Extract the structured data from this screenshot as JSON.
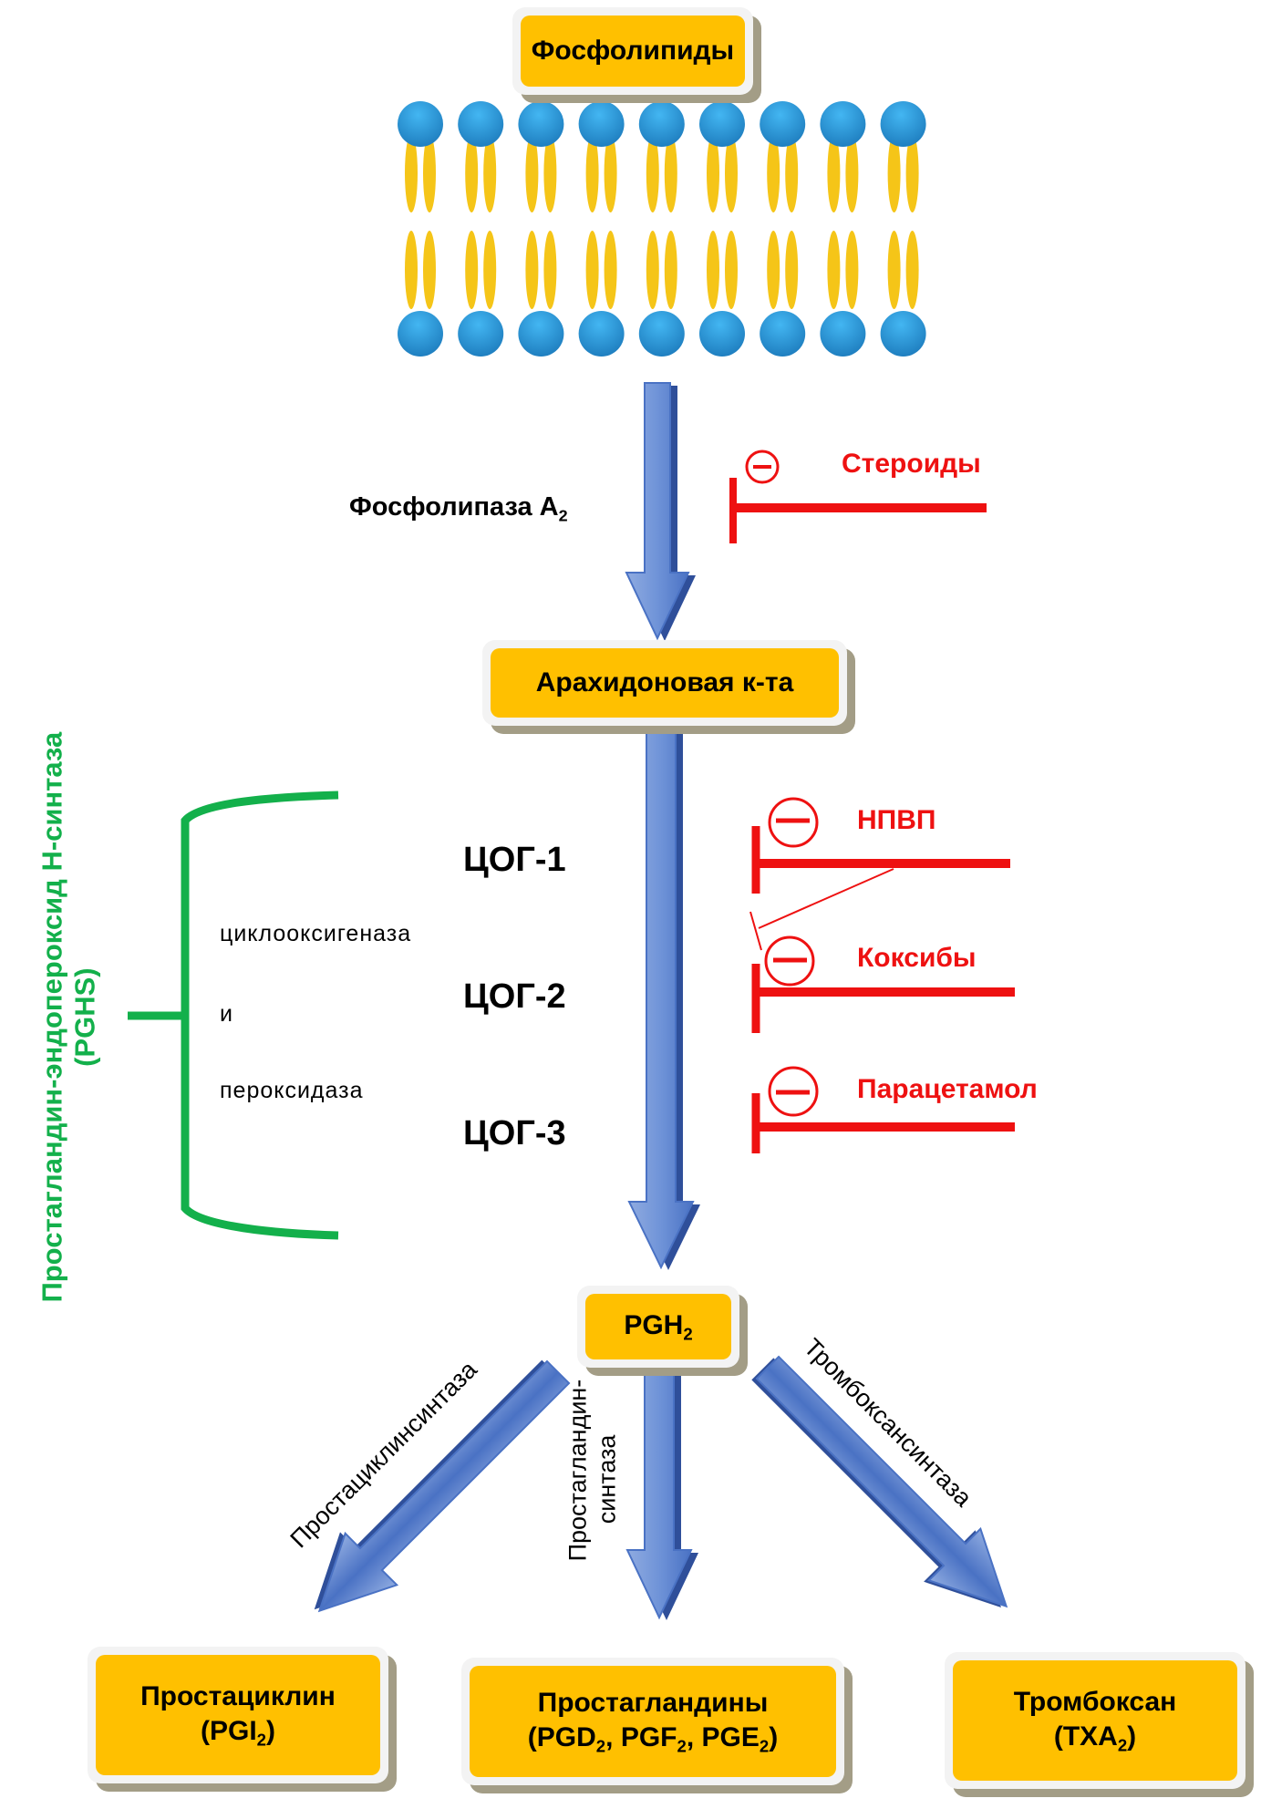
{
  "title_node": {
    "label": "Фосфолипиды"
  },
  "membrane": {
    "heads_per_row": 9,
    "rows": 2,
    "head_color": "#2e9fe0",
    "tail_color": "#f5c518"
  },
  "step1": {
    "enzyme": "Фосфолипаза А",
    "enzyme_sub": "2",
    "inhibitor": {
      "label": "Стероиды",
      "symbol": "⊖"
    }
  },
  "arachidonic": {
    "label": "Арахидоновая к-та"
  },
  "pghs": {
    "title_line1": "Простагландин-эндопероксид Н-синтаза",
    "title_line2": "(PGHS)",
    "activities": [
      "циклооксигеназа",
      "и",
      "пероксидаза"
    ],
    "isoforms": [
      "ЦОГ-1",
      "ЦОГ-2",
      "ЦОГ-3"
    ]
  },
  "inhibitors": [
    {
      "label": "НПВП",
      "symbol": "⊖"
    },
    {
      "label": "Коксибы",
      "symbol": "⊖"
    },
    {
      "label": "Парацетамол",
      "symbol": "⊖"
    }
  ],
  "pgh2": {
    "label": "PGH",
    "sub": "2"
  },
  "branches": [
    {
      "enzyme": "Простациклинсинтаза",
      "product_line1": "Простациклин",
      "product_line2_pre": "(PGI",
      "product_line2_sub": "2",
      "product_line2_post": ")"
    },
    {
      "enzyme_line1": "Простагландин-",
      "enzyme_line2": "синтаза",
      "product_line1": "Простагландины"
    },
    {
      "enzyme": "Тромбоксансинтаза",
      "product_line1": "Тромбоксан",
      "product_line2_pre": "(TXA",
      "product_line2_sub": "2",
      "product_line2_post": ")"
    }
  ],
  "prostaglandins_detail": [
    {
      "name": "PGD",
      "sub": "2"
    },
    {
      "name": "PGF",
      "sub": "2"
    },
    {
      "name": "PGE",
      "sub": "2"
    }
  ],
  "colors": {
    "box_fill": "#ffc000",
    "arrow_blue": "#4472c4",
    "inhibitor_red": "#ee1111",
    "enzyme_green": "#13b04b"
  }
}
